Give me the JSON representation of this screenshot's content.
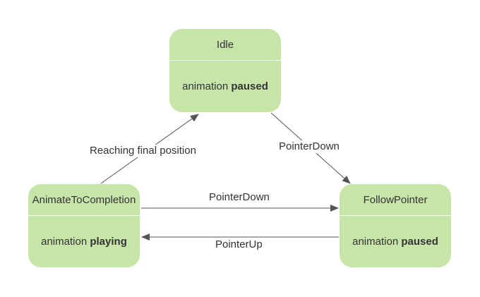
{
  "states": {
    "idle": {
      "title": "Idle",
      "prefix": "animation",
      "status": "paused"
    },
    "animate": {
      "title": "AnimateToCompletion",
      "prefix": "animation",
      "status": "playing"
    },
    "follow": {
      "title": "FollowPointer",
      "prefix": "animation",
      "status": "paused"
    }
  },
  "transitions": {
    "animate_to_idle": "Reaching final position",
    "idle_to_follow": "PointerDown",
    "animate_to_follow": "PointerDown",
    "follow_to_animate": "PointerUp"
  },
  "colors": {
    "state_fill": "#c7e5a9",
    "arrow": "#555555",
    "text": "#333333"
  }
}
